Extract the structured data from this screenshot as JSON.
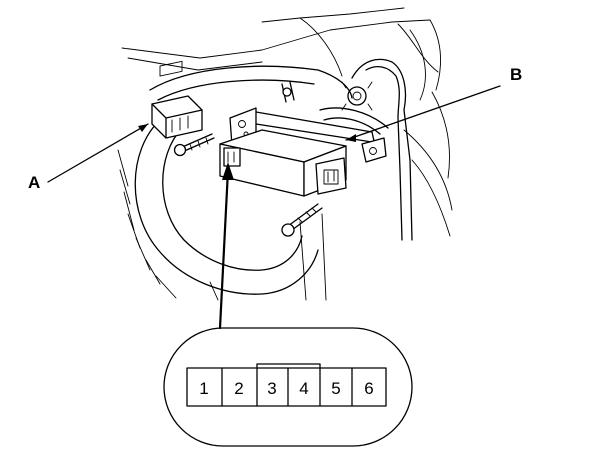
{
  "callouts": {
    "a": "A",
    "b": "B"
  },
  "connector": {
    "pins": [
      "1",
      "2",
      "3",
      "4",
      "5",
      "6"
    ]
  }
}
